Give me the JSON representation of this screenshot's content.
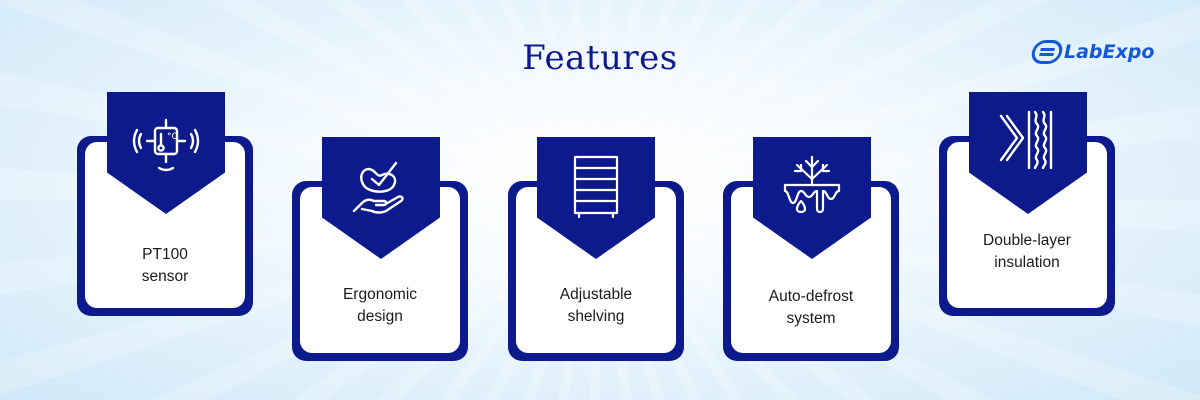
{
  "header": {
    "title": "Features",
    "logo_text": "LabExpo"
  },
  "features": [
    {
      "label": "PT100\nsensor",
      "icon": "temperature-sensor-icon"
    },
    {
      "label": "Ergonomic\ndesign",
      "icon": "hand-check-icon"
    },
    {
      "label": "Adjustable\nshelving",
      "icon": "shelving-icon"
    },
    {
      "label": "Auto-defrost\nsystem",
      "icon": "snowflake-melt-icon"
    },
    {
      "label": "Double-layer\ninsulation",
      "icon": "insulation-layers-icon"
    }
  ],
  "colors": {
    "primary": "#0d1a8c",
    "logo": "#1558d6",
    "card": "#ffffff"
  }
}
